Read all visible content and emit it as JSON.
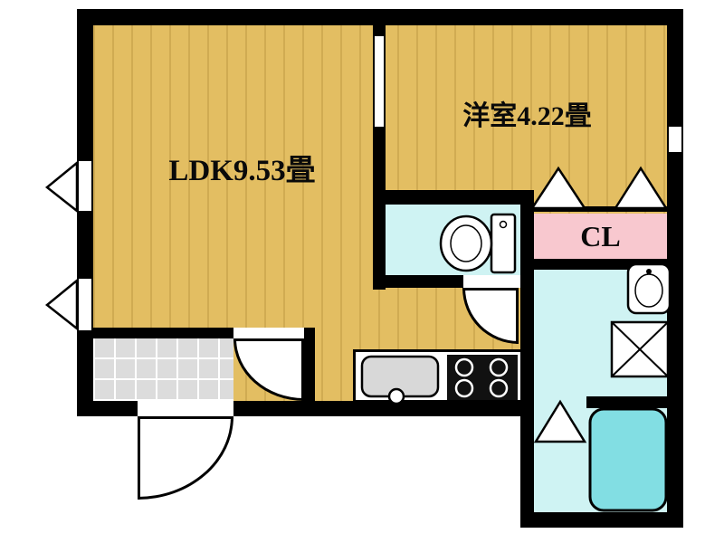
{
  "title": "apartment-floor-plan",
  "rooms": {
    "ldk": {
      "label": "LDK9.53畳"
    },
    "bedroom": {
      "label": "洋室4.22畳"
    },
    "closet": {
      "label": "CL"
    }
  },
  "colors": {
    "wall": "#000000",
    "wood_floor": "#e3be62",
    "wet_area": "#cff3f3",
    "closet_pink": "#f8c8cf",
    "bathtub": "#82dee3",
    "entrance_tile": "#dcdcdc",
    "counter": "#ffffff",
    "stove": "#111111"
  },
  "fixtures": [
    "toilet",
    "bathtub",
    "washbasin",
    "laundry-pan",
    "kitchen-sink",
    "stove"
  ]
}
